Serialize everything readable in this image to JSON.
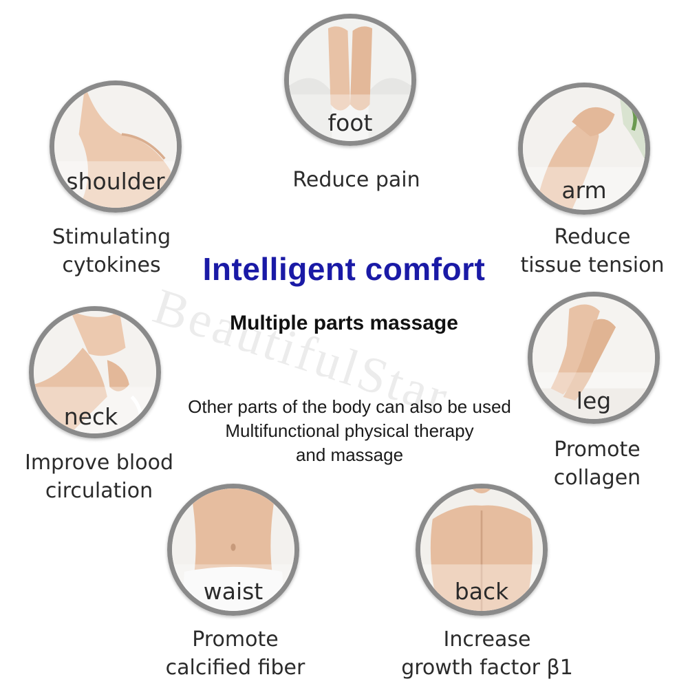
{
  "title": "Intelligent comfort",
  "subtitle": "Multiple parts massage",
  "description": [
    "Other parts of the body can also be used",
    "Multifunctional physical therapy",
    "and massage"
  ],
  "watermark": "BeautifulStar",
  "colors": {
    "title": "#1a1aa6",
    "ring": "#8a8a8a",
    "skin": "#e8c2a6"
  },
  "parts": [
    {
      "label": "foot",
      "benefit": [
        "Reduce pain"
      ]
    },
    {
      "label": "arm",
      "benefit": [
        "Reduce",
        "tissue tension"
      ]
    },
    {
      "label": "leg",
      "benefit": [
        "Promote",
        "collagen"
      ]
    },
    {
      "label": "back",
      "benefit": [
        "Increase",
        "growth factor β1"
      ]
    },
    {
      "label": "waist",
      "benefit": [
        "Promote",
        "calcified fiber"
      ]
    },
    {
      "label": "neck",
      "benefit": [
        "Improve blood",
        "circulation"
      ]
    },
    {
      "label": "shoulder",
      "benefit": [
        "Stimulating",
        "cytokines"
      ]
    }
  ]
}
